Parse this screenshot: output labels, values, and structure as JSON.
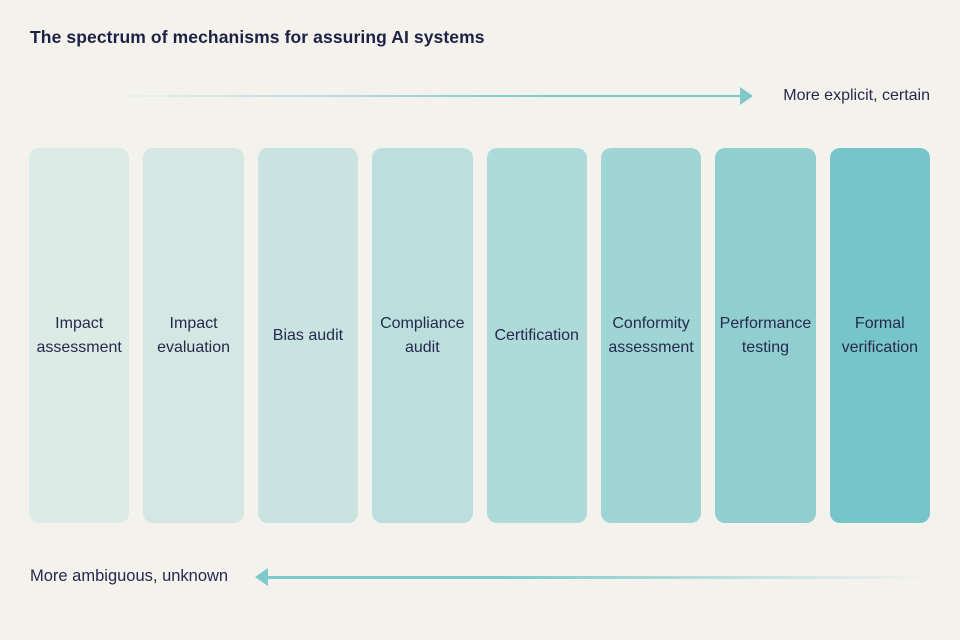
{
  "title": "The spectrum of mechanisms for assuring AI systems",
  "colors": {
    "background": "#f4f2ed",
    "text_dark": "#252a4d",
    "title_dark": "#1d2145",
    "accent_teal": "#7ccaca"
  },
  "top_axis": {
    "label": "More explicit, certain",
    "direction": "right"
  },
  "bottom_axis": {
    "label": "More ambiguous, unknown",
    "direction": "left"
  },
  "mechanisms": [
    {
      "label": "Impact assessment",
      "color": "#dcebe5"
    },
    {
      "label": "Impact evaluation",
      "color": "#d4e7e2"
    },
    {
      "label": "Bias audit",
      "color": "#c9e3e0"
    },
    {
      "label": "Compliance audit",
      "color": "#bcdfdd"
    },
    {
      "label": "Certification",
      "color": "#aedad9"
    },
    {
      "label": "Conformity assessment",
      "color": "#a0d5d5"
    },
    {
      "label": "Performance testing",
      "color": "#90ced0"
    },
    {
      "label": "Formal verification",
      "color": "#76c5c9"
    }
  ]
}
